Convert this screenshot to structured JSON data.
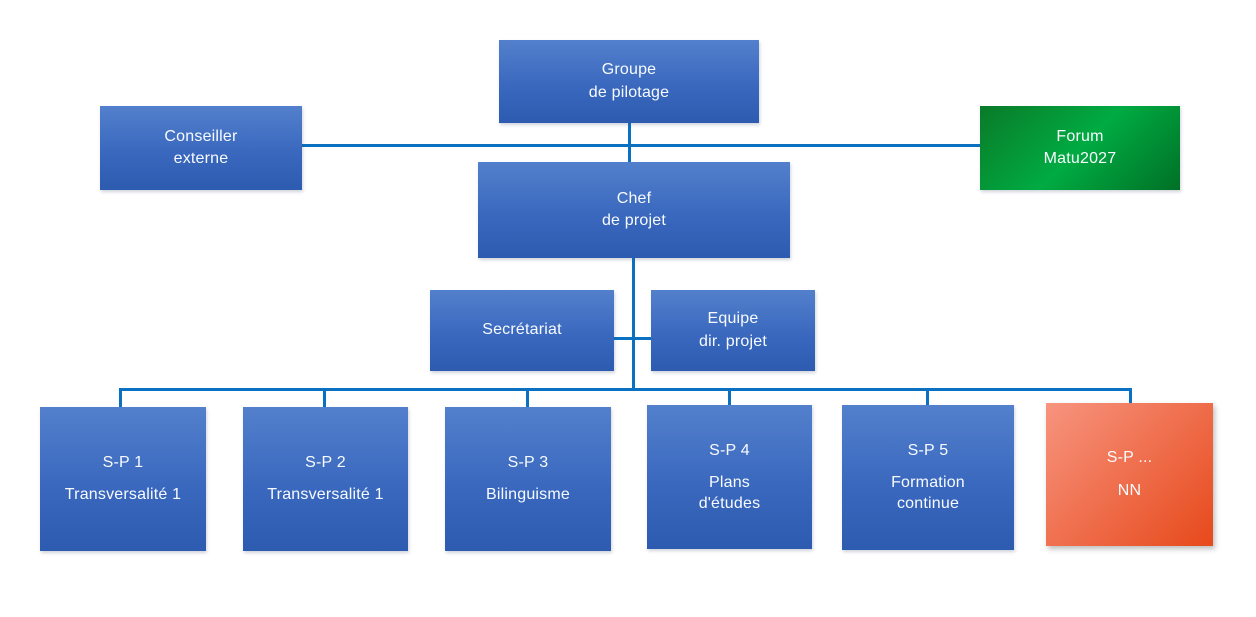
{
  "diagram": {
    "type": "org-chart",
    "nodes": {
      "groupe": {
        "line1": "Groupe",
        "line2": "de pilotage"
      },
      "conseiller": {
        "line1": "Conseiller",
        "line2": "externe"
      },
      "forum": {
        "line1": "Forum",
        "line2": "Matu2027"
      },
      "chef": {
        "line1": "Chef",
        "line2": "de projet"
      },
      "secretariat": {
        "line1": "Secrétariat"
      },
      "equipe": {
        "line1": "Equipe",
        "line2": "dir. projet"
      },
      "sp1": {
        "title": "S-P 1",
        "sub1": "Transversalité 1"
      },
      "sp2": {
        "title": "S-P 2",
        "sub1": "Transversalité 1"
      },
      "sp3": {
        "title": "S-P 3",
        "sub1": "Bilinguisme"
      },
      "sp4": {
        "title": "S-P 4",
        "sub1": "Plans",
        "sub2": "d'études"
      },
      "sp5": {
        "title": "S-P 5",
        "sub1": "Formation",
        "sub2": "continue"
      },
      "sp6": {
        "title": "S-P ...",
        "sub1": "NN"
      }
    },
    "colors": {
      "connector": "#0a70c1",
      "box_blue_top": "#5380cc",
      "box_blue_mid": "#3a68be",
      "box_blue_bottom": "#2d5bb0",
      "box_green_dark": "#0a7a28",
      "box_green_light": "#00ab42",
      "box_green_deep": "#007026",
      "box_orange_light": "#f7947f",
      "box_orange_dark": "#e7491b",
      "text": "#f8fbfe",
      "background": "#ffffff"
    }
  }
}
